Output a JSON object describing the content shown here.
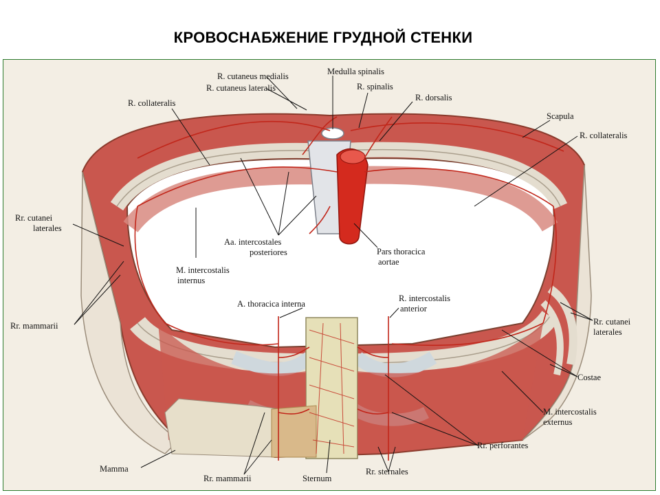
{
  "title": "КРОВОСНАБЖЕНИЕ ГРУДНОЙ СТЕНКИ",
  "labels": {
    "r_cutaneus_medialis": "R. cutaneus medialis",
    "r_cutaneus_lateralis": "R. cutaneus lateralis",
    "medulla_spinalis": "Medulla spinalis",
    "r_spinalis": "R. spinalis",
    "r_dorsalis": "R. dorsalis",
    "r_collateralis_left": "R. collateralis",
    "scapula": "Scapula",
    "r_collateralis_right": "R. collateralis",
    "rr_cutanei_laterales_left_1": "Rr. cutanei",
    "rr_cutanei_laterales_left_2": "laterales",
    "aa_intercostales_1": "Aa. intercostales",
    "aa_intercostales_2": "posteriores",
    "m_intercostalis_internus_1": "M. intercostalis",
    "m_intercostalis_internus_2": "internus",
    "pars_thoracica_1": "Pars thoracica",
    "pars_thoracica_2": "aortae",
    "a_thoracica_interna": "A. thoracica interna",
    "r_intercostalis_anterior_1": "R. intercostalis",
    "r_intercostalis_anterior_2": "anterior",
    "rr_mammarii_left": "Rr. mammarii",
    "rr_cutanei_laterales_right_1": "Rr. cutanei",
    "rr_cutanei_laterales_right_2": "laterales",
    "costae": "Costae",
    "m_intercostalis_externus_1": "M. intercostalis",
    "m_intercostalis_externus_2": "externus",
    "rr_perforantes": "Rr. perforantes",
    "mamma": "Mamma",
    "rr_mammarii_bottom": "Rr. mammarii",
    "sternum": "Sternum",
    "rr_sternales": "Rr. sternales"
  },
  "colors": {
    "frame_border": "#2c7a2c",
    "muscle": "#c9574e",
    "artery": "#d42a1e",
    "bone": "#e4ddcf",
    "cartilage": "#cfd8dd",
    "fat": "#d9b98a"
  }
}
